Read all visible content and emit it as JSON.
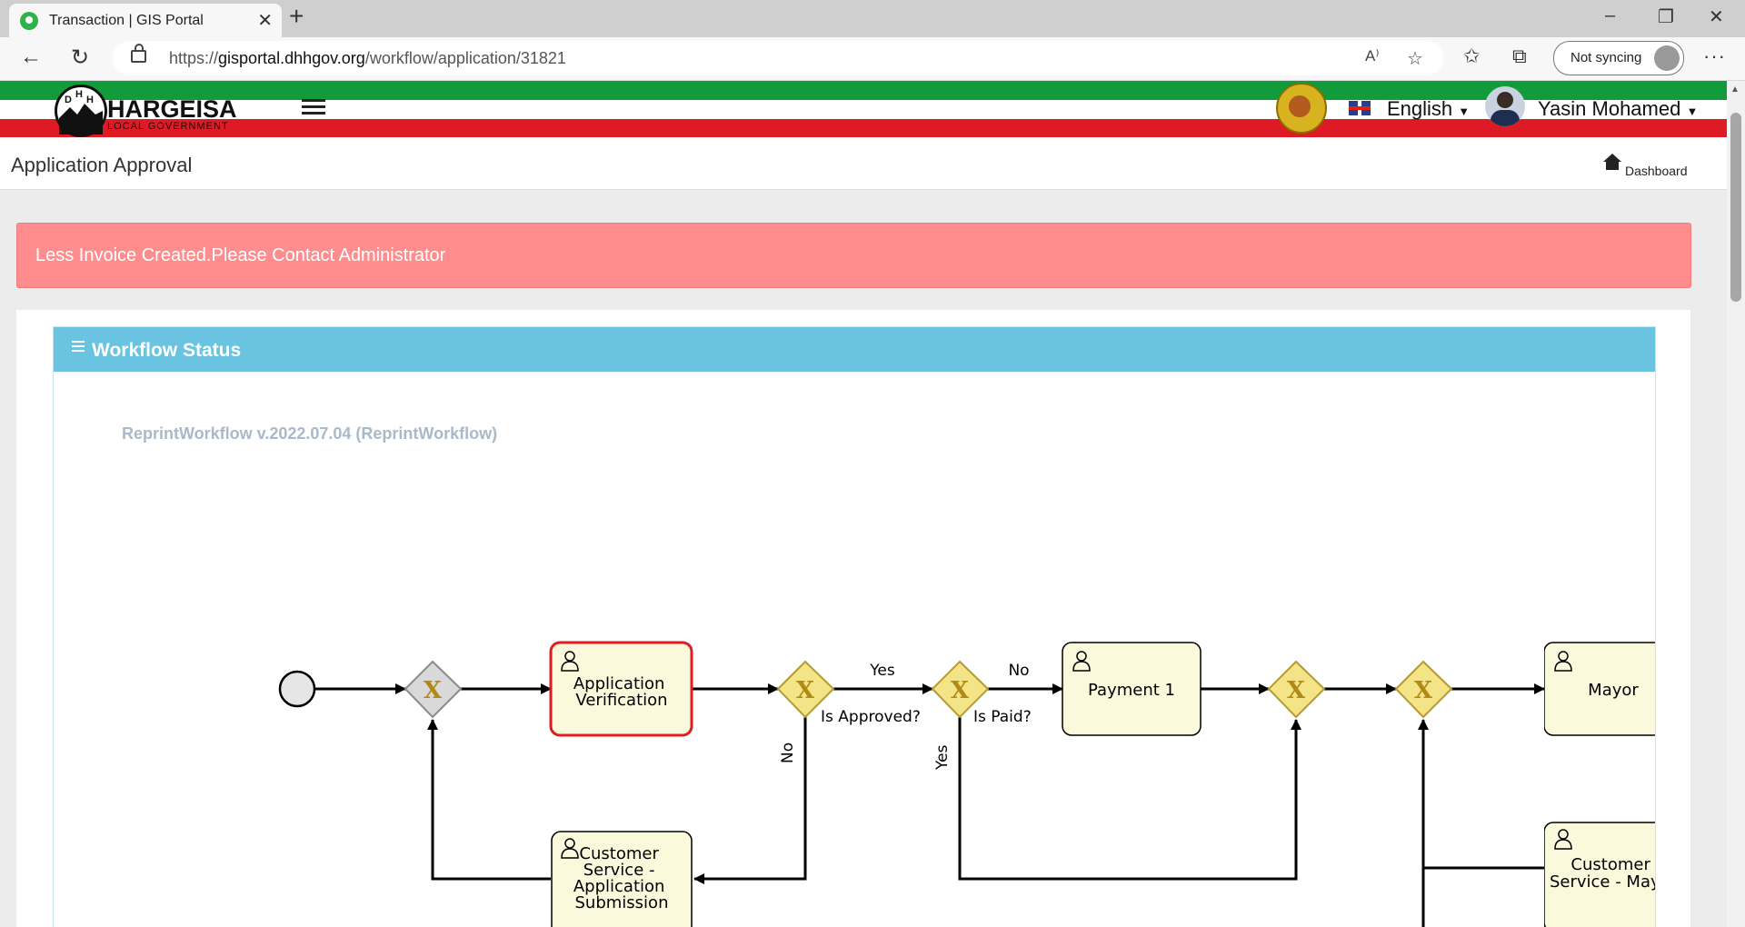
{
  "browser": {
    "tab_title": "Transaction | GIS Portal",
    "url_prefix": "https://",
    "url_host": "gisportal.dhhgov.org",
    "url_path": "/workflow/application/31821",
    "sync_label": "Not syncing"
  },
  "header": {
    "logo_letters": [
      "D",
      "H",
      "H"
    ],
    "logo_name": "HARGEISA",
    "logo_sub": "LOCAL GOVERNMENT",
    "language": "English",
    "user_name": "Yasin Mohamed"
  },
  "titlebar": {
    "title": "Application Approval",
    "breadcrumb": "Dashboard"
  },
  "alert": {
    "message": "Less Invoice Created.Please Contact Administrator"
  },
  "workflow": {
    "panel_title": "Workflow Status",
    "name": "ReprintWorkflow v.2022.07.04 (ReprintWorkflow)",
    "tasks": {
      "app_verification": [
        "Application",
        "Verification"
      ],
      "payment": [
        "Payment 1"
      ],
      "mayor": [
        "Mayor"
      ],
      "cs_submission": [
        "Customer",
        "Service -",
        "Application",
        "Submission"
      ],
      "cs_mayor": [
        "Customer",
        "Service - Mayor"
      ]
    },
    "labels": {
      "yes_top": "Yes",
      "no_top": "No",
      "is_approved": "Is Approved?",
      "is_paid": "Is Paid?",
      "no_vertical": "No",
      "yes_vertical": "Yes"
    },
    "colors": {
      "task_fill": "#fbf9dc",
      "gateway_fill": "#f4e488",
      "gateway_mark": "#b18a16",
      "active_border": "#e11b22"
    }
  }
}
